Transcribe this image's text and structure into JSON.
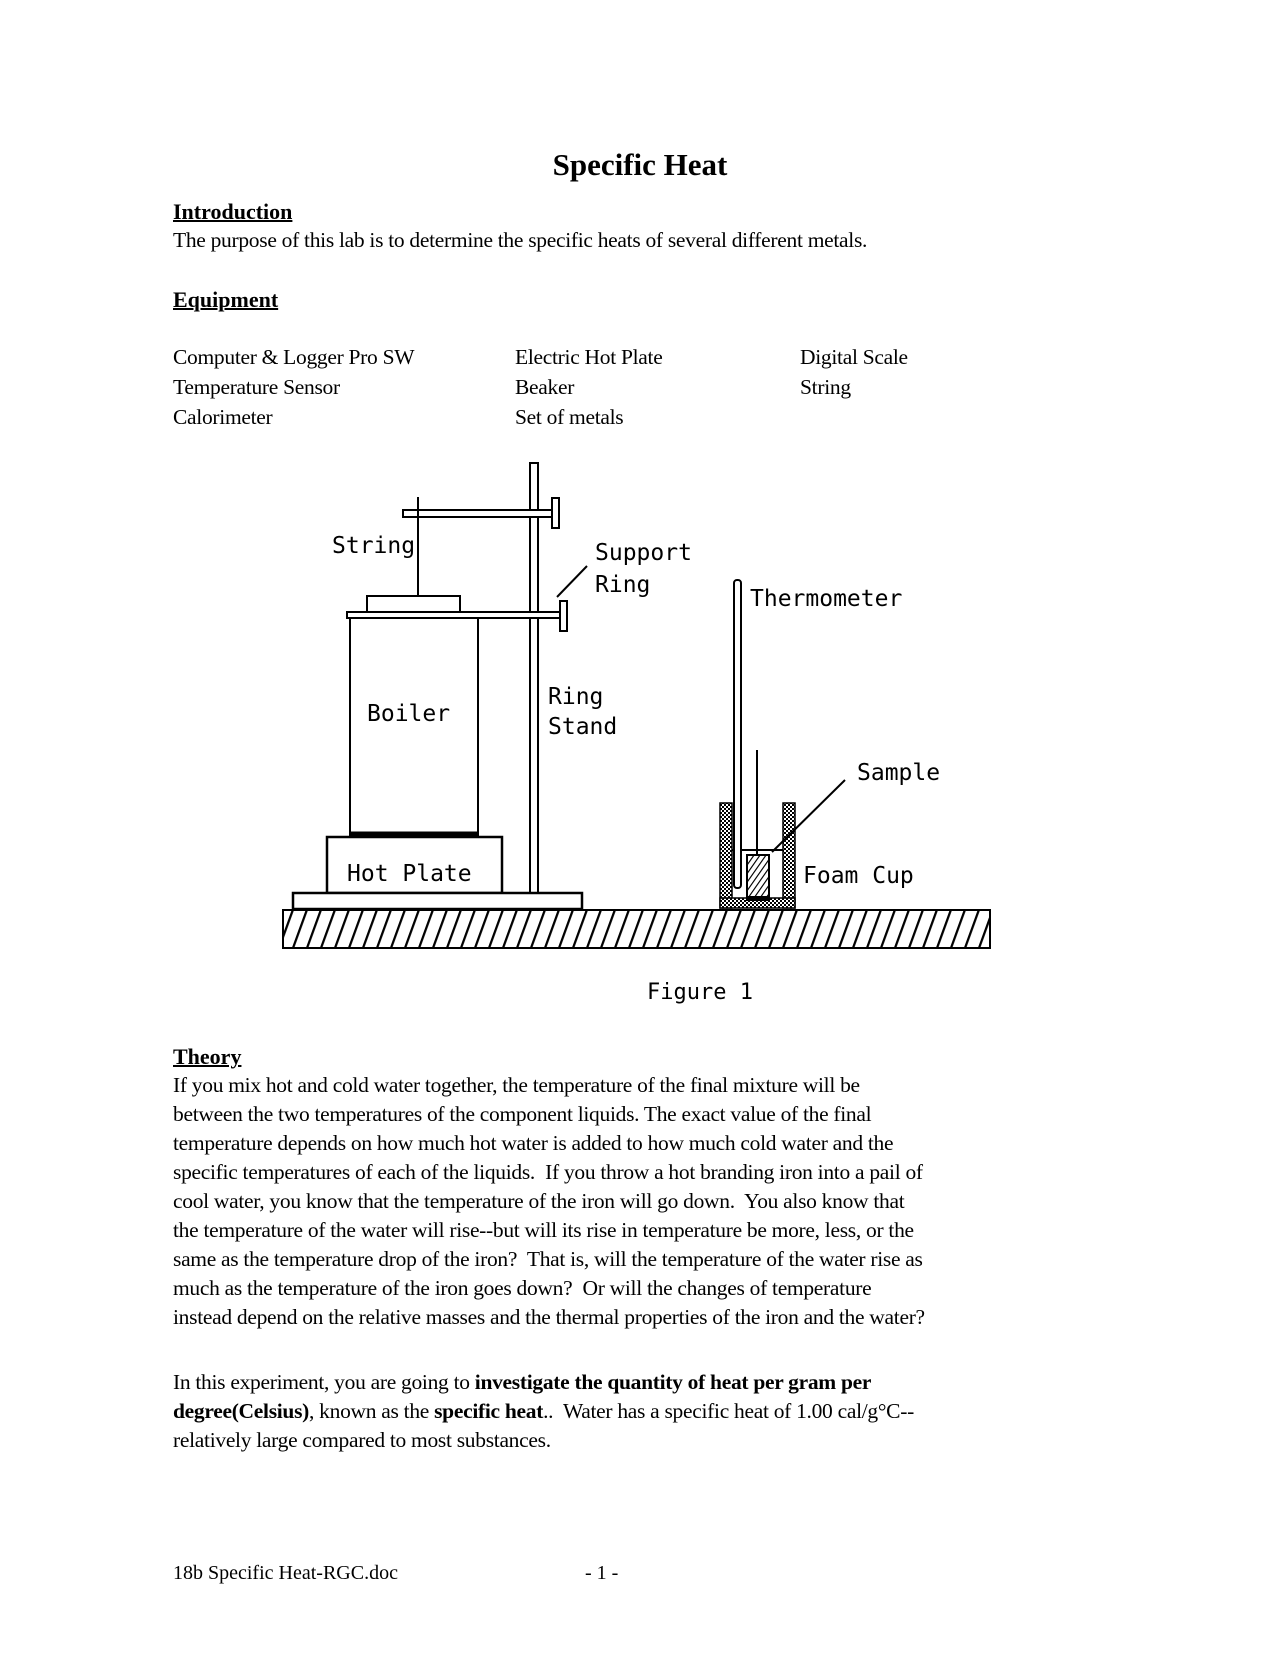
{
  "title": "Specific Heat",
  "introduction": {
    "heading": "Introduction",
    "body": "The purpose of this lab is to determine the specific heats of several different metals."
  },
  "equipment": {
    "heading": "Equipment",
    "columns": [
      {
        "items": [
          "Computer & Logger Pro SW",
          "Temperature Sensor",
          "Calorimeter"
        ]
      },
      {
        "items": [
          "Electric Hot Plate",
          "Beaker",
          "Set of metals"
        ]
      },
      {
        "items": [
          "Digital Scale",
          "String"
        ]
      }
    ]
  },
  "figure": {
    "caption": "Figure 1",
    "labels": {
      "string": "String",
      "support_line1": "Support",
      "support_line2": "Ring",
      "thermometer": "Thermometer",
      "ring_stand_line1": "Ring",
      "ring_stand_line2": "Stand",
      "boiler": "Boiler",
      "sample": "Sample",
      "hot_plate": "Hot Plate",
      "foam_cup": "Foam Cup"
    }
  },
  "theory": {
    "heading": "Theory",
    "lines": [
      "If you mix hot and cold water together, the temperature of the final mixture will be",
      "between the two temperatures of the component liquids. The exact value of the final",
      "temperature depends on how much hot water is added to how much cold water and the",
      "specific temperatures of each of the liquids.  If you throw a hot branding iron into a pail of",
      "cool water, you know that the temperature of the iron will go down.  You also know that",
      "the temperature of the water will rise--but will its rise in temperature be more, less, or the",
      "same as the temperature drop of the iron?  That is, will the temperature of the water rise as",
      "much as the temperature of the iron goes down?  Or will the changes of temperature",
      "instead depend on the relative masses and the thermal properties of the iron and the water?"
    ]
  },
  "experiment": {
    "lines": [
      [
        {
          "text": "In this experiment, you are going to ",
          "bold": false
        },
        {
          "text": "investigate the quantity of heat per gram per",
          "bold": true
        }
      ],
      [
        {
          "text": "degree(Celsius)",
          "bold": true
        },
        {
          "text": ", known as the ",
          "bold": false
        },
        {
          "text": "specific heat",
          "bold": true
        },
        {
          "text": "..  Water has a specific heat of 1.00 cal/g°C--",
          "bold": false
        }
      ],
      [
        {
          "text": "relatively large compared to most substances.",
          "bold": false
        }
      ]
    ]
  },
  "footer": {
    "filename": "18b Specific Heat-RGC.doc",
    "page_number": "- 1 -"
  },
  "colors": {
    "page_bg": "#ffffff",
    "ink": "#000000"
  }
}
